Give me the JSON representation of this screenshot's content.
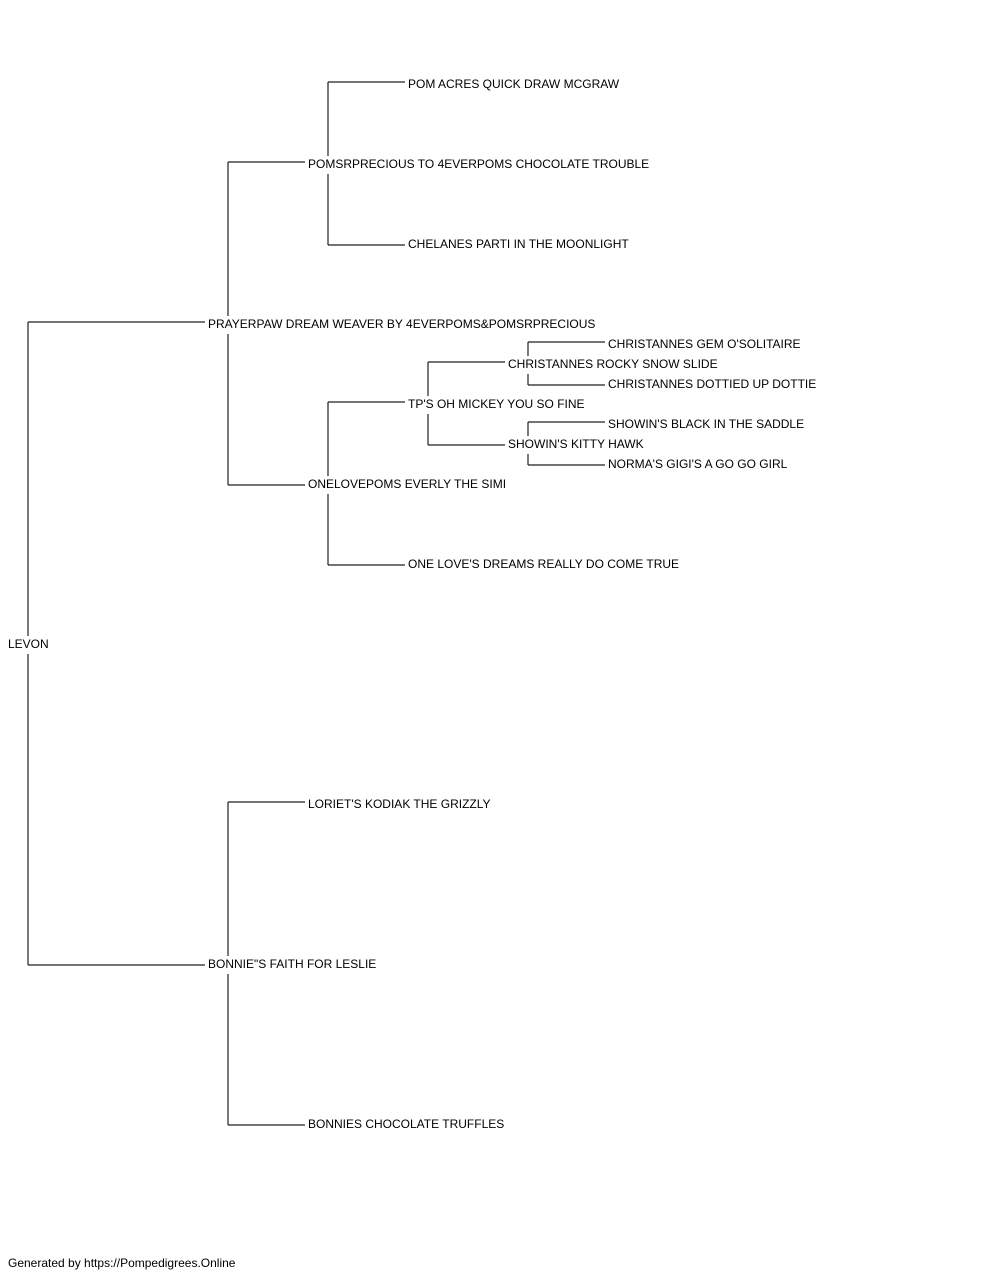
{
  "pedigree": {
    "subject": "LEVON",
    "sire": "PRAYERPAW DREAM WEAVER BY 4EVERPOMS&POMSRPRECIOUS",
    "dam": "BONNIE\"S FAITH FOR LESLIE",
    "sire_sire": "POMSRPRECIOUS TO 4EVERPOMS CHOCOLATE TROUBLE",
    "sire_sire_sire": "POM ACRES QUICK DRAW MCGRAW",
    "sire_sire_dam": "CHELANES PARTI IN THE MOONLIGHT",
    "sire_dam": "ONELOVEPOMS EVERLY THE SIMI",
    "sire_dam_sire": "TP'S OH MICKEY YOU SO FINE",
    "sire_dam_sire_sire": "CHRISTANNES ROCKY SNOW SLIDE",
    "sire_dam_sire_sire_sire": "CHRISTANNES GEM O'SOLITAIRE",
    "sire_dam_sire_sire_dam": "CHRISTANNES DOTTIED UP DOTTIE",
    "sire_dam_sire_dam": "SHOWIN'S KITTY HAWK",
    "sire_dam_sire_dam_sire": "SHOWIN'S BLACK IN THE SADDLE",
    "sire_dam_sire_dam_dam": "NORMA'S GIGI'S A GO GO GIRL",
    "sire_dam_dam": "ONE LOVE'S DREAMS REALLY DO COME TRUE",
    "dam_sire": "LORIET'S KODIAK THE GRIZZLY",
    "dam_dam": "BONNIES CHOCOLATE TRUFFLES"
  },
  "footer": "Generated by https://Pompedigrees.Online"
}
